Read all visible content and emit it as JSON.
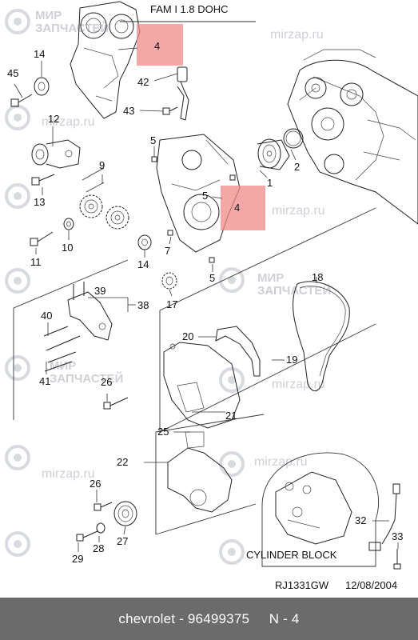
{
  "header": {
    "model_title": "FAM I  1.8 DOHC"
  },
  "highlight": {
    "callout_label": "4",
    "color": "#f08a8a"
  },
  "watermark": {
    "site": "mirzap.ru",
    "line1": "МИР",
    "line2": "ЗАПЧАСТЕЙ",
    "color": "#c9ccd2"
  },
  "labels": {
    "n1": "1",
    "n2": "2",
    "n4a": "4",
    "n4b": "4",
    "n5a": "5",
    "n5b": "5",
    "n5c": "5",
    "n7": "7",
    "n9": "9",
    "n10": "10",
    "n11": "11",
    "n12": "12",
    "n13": "13",
    "n14a": "14",
    "n14b": "14",
    "n17": "17",
    "n18": "18",
    "n19": "19",
    "n20": "20",
    "n21": "21",
    "n22": "22",
    "n25": "25",
    "n26a": "26",
    "n26b": "26",
    "n27": "27",
    "n28": "28",
    "n29": "29",
    "n32": "32",
    "n33": "33",
    "n38": "38",
    "n39": "39",
    "n40": "40",
    "n41": "41",
    "n42": "42",
    "n43": "43",
    "n45": "45"
  },
  "inset": {
    "title": "CYLINDER BLOCK"
  },
  "drawing_ref": {
    "code": "RJ1331GW",
    "date": "12/08/2004"
  },
  "footer": {
    "text": "chevrolet - 96499375     N - 4",
    "background": "#6b6b6b"
  }
}
